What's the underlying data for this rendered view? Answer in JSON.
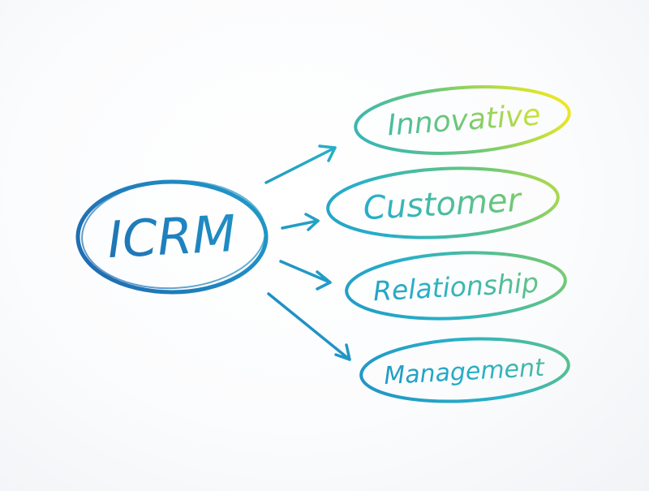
{
  "center": {
    "label": "ICRM"
  },
  "items": [
    {
      "label": "Innovative"
    },
    {
      "label": "Customer"
    },
    {
      "label": "Relationship"
    },
    {
      "label": "Management"
    }
  ],
  "colors": {
    "blue": "#1f5fa8",
    "teal": "#1f9bc4",
    "green": "#5cbf7a",
    "lime": "#c7e03a",
    "yellow": "#ffe81a"
  }
}
